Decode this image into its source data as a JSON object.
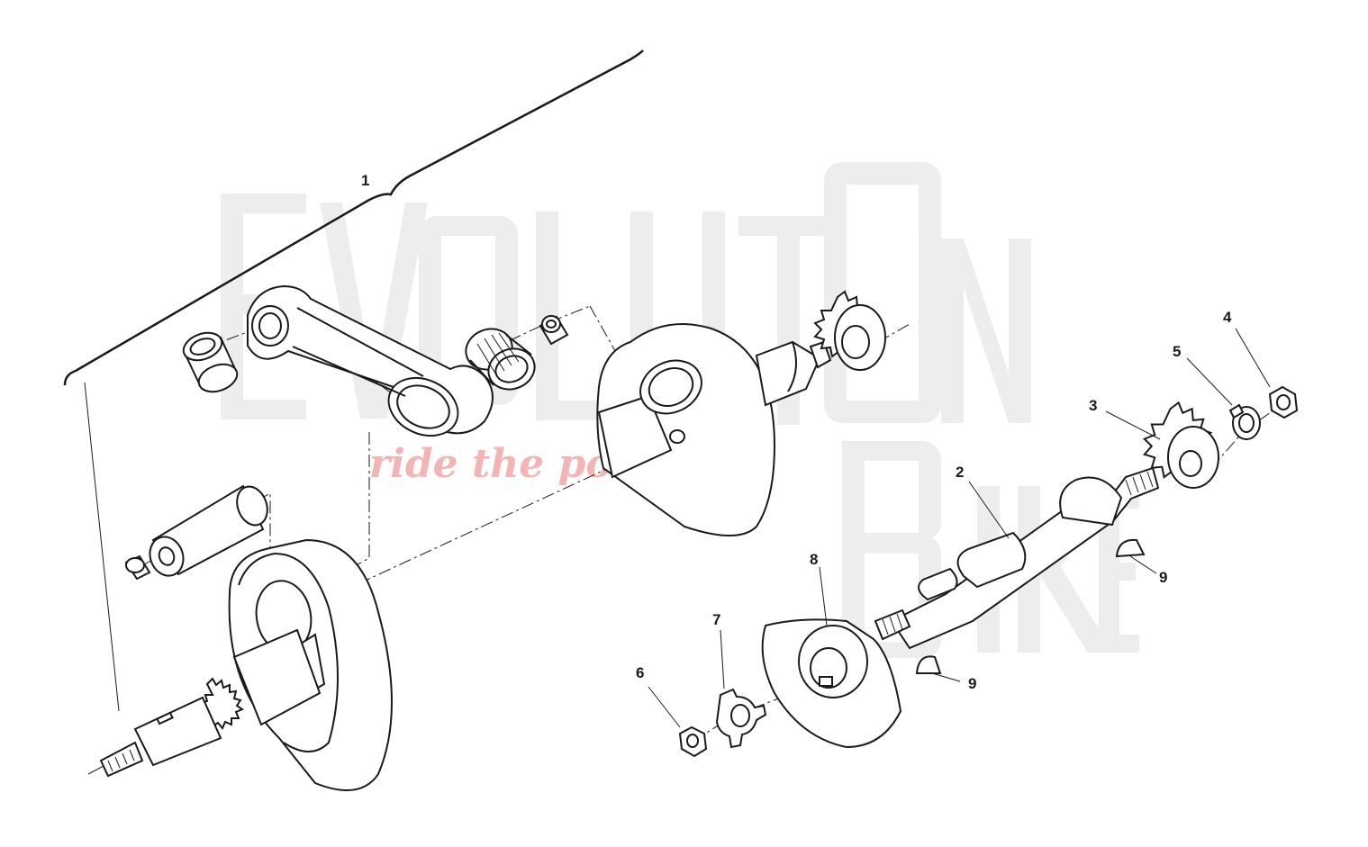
{
  "watermark": {
    "letters": [
      "E",
      "V",
      "O",
      "L",
      "U",
      "T",
      "I",
      "O",
      "N",
      "B",
      "I",
      "K",
      "E"
    ],
    "tagline": "ride the power"
  },
  "callouts": [
    {
      "id": "c1",
      "label": "1"
    },
    {
      "id": "c2",
      "label": "2"
    },
    {
      "id": "c3",
      "label": "3"
    },
    {
      "id": "c4",
      "label": "4"
    },
    {
      "id": "c5",
      "label": "5"
    },
    {
      "id": "c6",
      "label": "6"
    },
    {
      "id": "c7",
      "label": "7"
    },
    {
      "id": "c8",
      "label": "8"
    },
    {
      "id": "c9a",
      "label": "9"
    },
    {
      "id": "c9b",
      "label": "9"
    }
  ],
  "colors": {
    "line": "#1a1a1a",
    "watermark_gray": "#d6d6d6",
    "watermark_red": "#f2a7a7",
    "background": "#ffffff"
  }
}
